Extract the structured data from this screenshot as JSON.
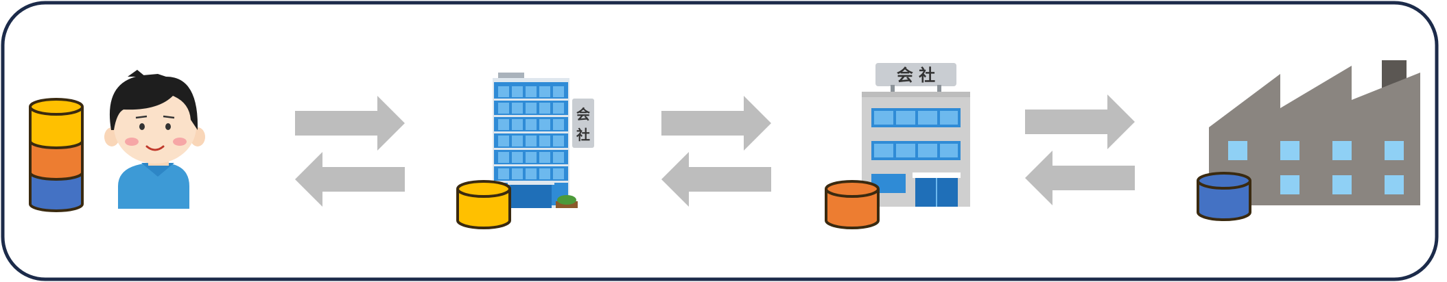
{
  "diagram": {
    "nodes": [
      {
        "id": "person",
        "icon": "person-icon",
        "stack": [
          "yellow-db",
          "orange-db",
          "blue-db"
        ]
      },
      {
        "id": "head-office",
        "icon": "tall-office-building-icon",
        "db": "yellow-db",
        "sign": [
          "会",
          "社"
        ]
      },
      {
        "id": "branch-office",
        "icon": "small-office-building-icon",
        "db": "orange-db",
        "sign": "会 社"
      },
      {
        "id": "factory",
        "icon": "factory-icon",
        "db": "blue-db"
      }
    ],
    "links": [
      {
        "from": "person",
        "to": "head-office",
        "type": "bidirectional"
      },
      {
        "from": "head-office",
        "to": "branch-office",
        "type": "bidirectional"
      },
      {
        "from": "branch-office",
        "to": "factory",
        "type": "bidirectional"
      }
    ],
    "colors": {
      "frame": "#1c2b4a",
      "arrow": "#bdbdbd",
      "db_yellow": "#ffc000",
      "db_orange": "#ed7d31",
      "db_blue": "#4472c4",
      "db_outline": "#3a2a10",
      "building_blue": "#2f8bd6",
      "factory_gray": "#8a8580",
      "window_blue": "#8fd0f5"
    }
  }
}
